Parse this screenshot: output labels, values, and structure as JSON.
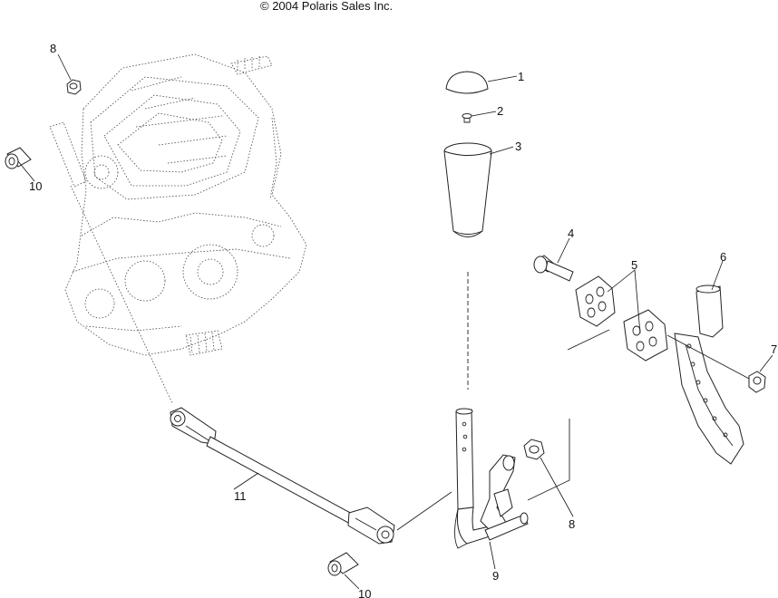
{
  "header": {
    "copyright": "© 2004 Polaris Sales Inc."
  },
  "callouts": {
    "c1": "1",
    "c2": "2",
    "c3": "3",
    "c4": "4",
    "c5": "5",
    "c6": "6",
    "c7": "7",
    "c8a": "8",
    "c8b": "8",
    "c9": "9",
    "c10a": "10",
    "c10b": "10",
    "c11": "11"
  }
}
